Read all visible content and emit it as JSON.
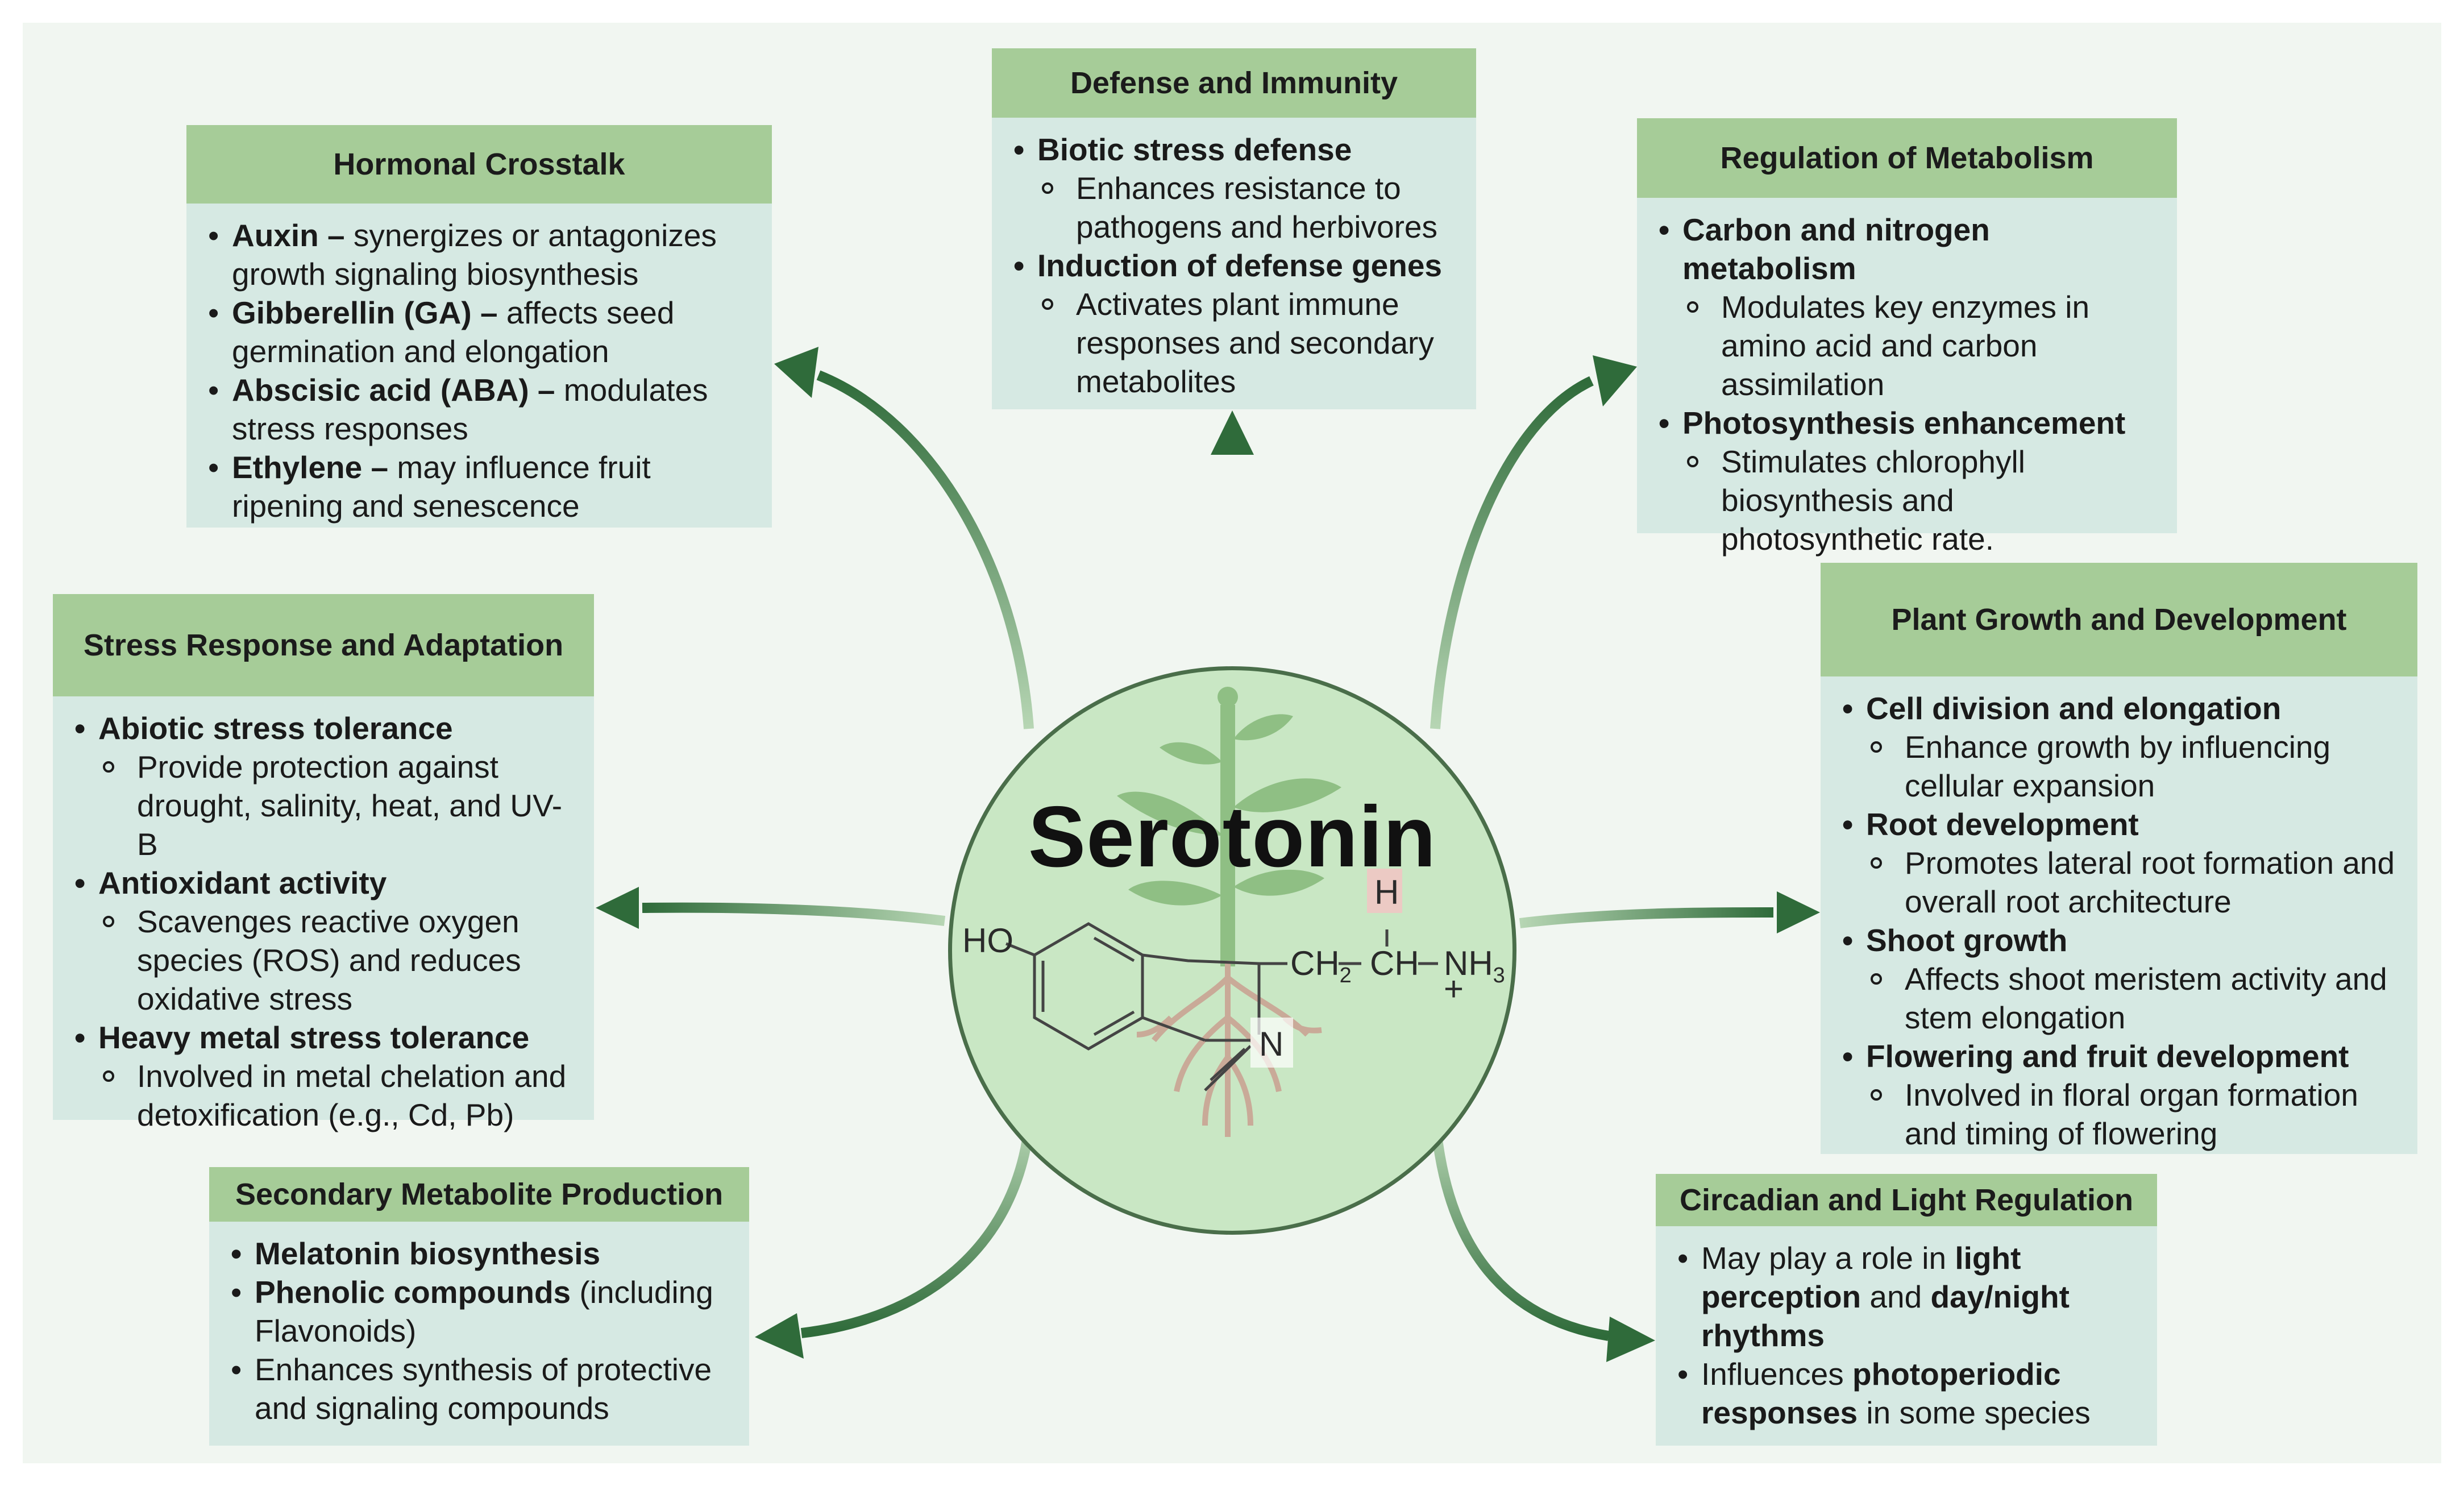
{
  "center": {
    "title": "Serotonin",
    "formula": {
      "ho": "HO",
      "side_chain_ch2": "CH",
      "sub2": "2",
      "side_chain_ch": "CH",
      "nh3": "NH",
      "sub3": "3",
      "h": "H",
      "n": "N",
      "plus": "+"
    }
  },
  "boxes": {
    "hormonal": {
      "title": "Hormonal Crosstalk",
      "items": [
        {
          "strong": "Auxin –",
          "text": " synergizes or antagonizes growth signaling biosynthesis"
        },
        {
          "strong": "Gibberellin (GA) –",
          "text": " affects seed germination and elongation"
        },
        {
          "strong": "Abscisic acid (ABA) –",
          "text": " modulates stress responses"
        },
        {
          "strong": "Ethylene –",
          "text": " may influence fruit ripening and senescence"
        }
      ]
    },
    "defense": {
      "title": "Defense and Immunity",
      "b1": "Biotic stress defense",
      "s1": "Enhances resistance to pathogens and herbivores",
      "b2": "Induction of defense genes",
      "s2": "Activates plant immune responses and secondary metabolites"
    },
    "metabolism": {
      "title": "Regulation of Metabolism",
      "b1": "Carbon and nitrogen metabolism",
      "s1": "Modulates key enzymes in amino acid and carbon assimilation",
      "b2": "Photosynthesis enhancement",
      "s2": "Stimulates chlorophyll biosynthesis and photosynthetic rate."
    },
    "stress": {
      "title": "Stress Response and Adaptation",
      "b1": "Abiotic stress tolerance",
      "s1": "Provide protection against drought, salinity, heat, and UV-B",
      "b2": "Antioxidant activity",
      "s2": "Scavenges reactive oxygen species (ROS) and reduces oxidative stress",
      "b3": "Heavy metal stress tolerance",
      "s3": "Involved in metal chelation and detoxification (e.g., Cd, Pb)"
    },
    "growth": {
      "title": "Plant Growth and Development",
      "b1": "Cell division and elongation",
      "s1": "Enhance growth by influencing cellular expansion",
      "b2": "Root development",
      "s2": "Promotes lateral root formation and overall root architecture",
      "b3": "Shoot growth",
      "s3": "Affects shoot meristem activity and stem elongation",
      "b4": "Flowering and fruit development",
      "s4": "Involved in floral organ formation and timing of flowering"
    },
    "secondary": {
      "title": "Secondary Metabolite Production",
      "b1": "Melatonin biosynthesis",
      "b2_strong": "Phenolic compounds",
      "b2_text": " (including Flavonoids)",
      "b3": "Enhances synthesis of protective and signaling compounds"
    },
    "circadian": {
      "title": "Circadian and Light Regulation",
      "b1_a": "May play a role in ",
      "b1_b": "light perception",
      "b1_c": " and ",
      "b1_d": "day/night rhythms",
      "b2_a": "Influences ",
      "b2_b": "photoperiodic responses",
      "b2_c": " in some species"
    }
  },
  "colors": {
    "canvas": "#f1f6f1",
    "box_body": "#d6e9e3",
    "box_header": "#a6cc98",
    "arrow": "#2f6b3a",
    "circle": "#c9e7c4"
  }
}
